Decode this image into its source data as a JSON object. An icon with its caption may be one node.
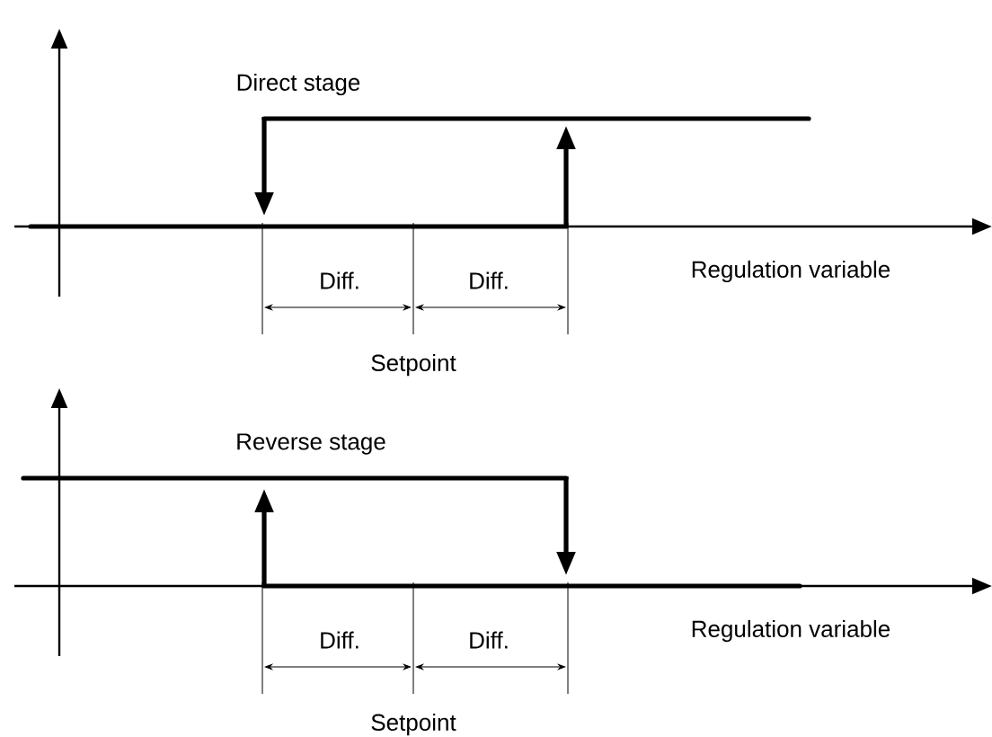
{
  "diagram": {
    "labels": [
      "Direct stage",
      "Diff.",
      "Diff.",
      "Regulation variable",
      "Setpoint",
      "Reverse stage",
      "Diff.",
      "Diff.",
      "Regulation variable",
      "Setpoint"
    ]
  }
}
